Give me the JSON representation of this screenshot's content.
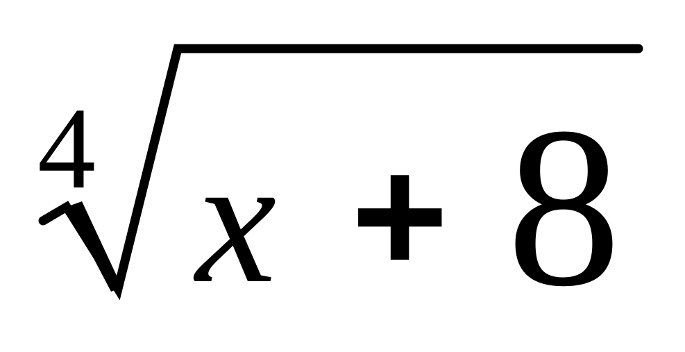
{
  "expression": {
    "root_index": "4",
    "radicand": {
      "variable": "x",
      "operator": "+",
      "constant": "8"
    }
  },
  "colors": {
    "ink": "#000000",
    "background": "#ffffff"
  }
}
